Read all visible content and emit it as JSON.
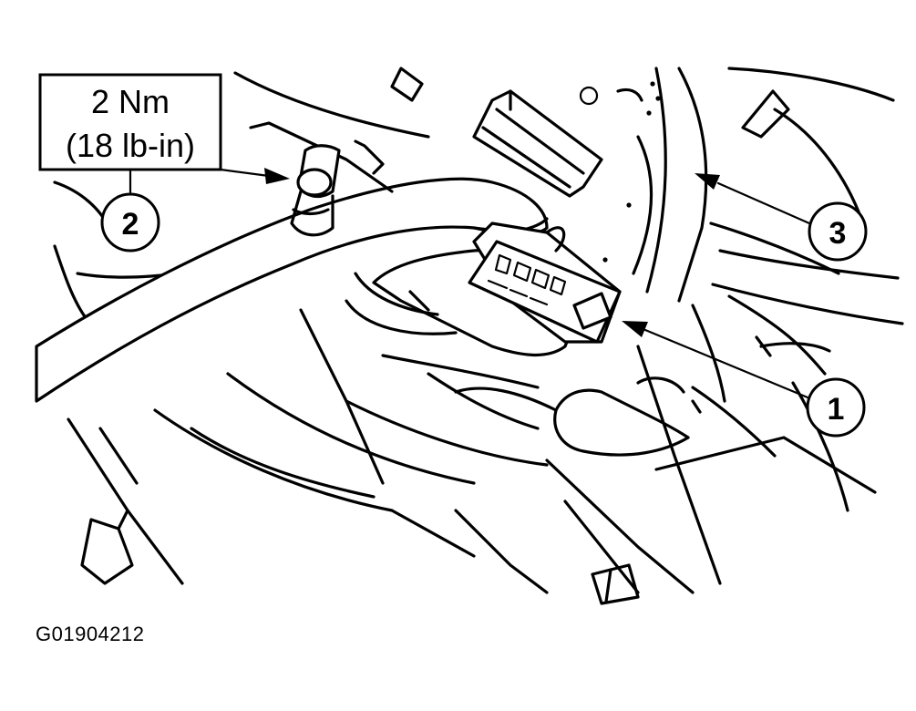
{
  "torque_spec": {
    "metric": "2 Nm",
    "imperial": "(18 lb-in)"
  },
  "callouts": [
    {
      "label": "1",
      "points_to": "electrical-connector"
    },
    {
      "label": "2",
      "points_to": "retaining-bolt"
    },
    {
      "label": "3",
      "points_to": "clockspring-harness"
    }
  ],
  "figure_id": "G01904212"
}
